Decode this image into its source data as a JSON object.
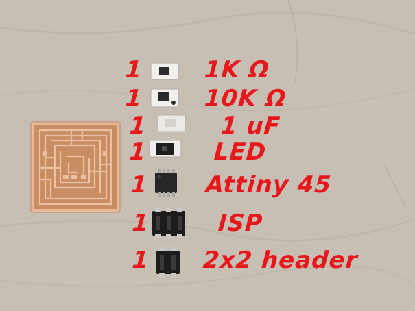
{
  "photo": {
    "colors": {
      "table": "#c9bfb3",
      "handwriting": "#e8171b",
      "copper": "#c98d62",
      "substrate": "#e9b89a"
    },
    "items": [
      {
        "qty": "1",
        "label": "1K Ω",
        "part": "resistor-1k-icon"
      },
      {
        "qty": "1",
        "label": "10K Ω",
        "part": "resistor-10k-icon"
      },
      {
        "qty": "1",
        "label": "1 uF",
        "part": "capacitor-1uf-icon"
      },
      {
        "qty": "1",
        "label": "LED",
        "part": "led-icon"
      },
      {
        "qty": "1",
        "label": "Attiny 45",
        "part": "attiny45-chip-icon"
      },
      {
        "qty": "1",
        "label": "ISP",
        "part": "isp-header-icon"
      },
      {
        "qty": "1",
        "label": "2x2 header",
        "part": "header-2x2-icon"
      }
    ]
  }
}
